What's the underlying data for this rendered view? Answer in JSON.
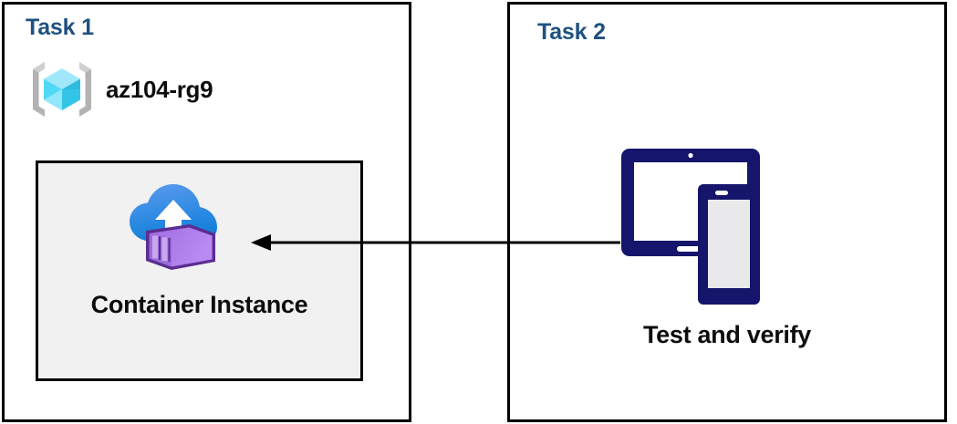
{
  "diagram": {
    "title_color": "#1F5180",
    "panels": [
      {
        "id": "task1",
        "title": "Task 1",
        "resource_group": {
          "icon": "azure-resource-group-icon",
          "label": "az104-rg9"
        },
        "resource": {
          "icon": "azure-container-instance-icon",
          "label": "Container Instance",
          "box_fill": "#f1f1f1"
        }
      },
      {
        "id": "task2",
        "title": "Task 2",
        "resource": {
          "icon": "devices-tablet-phone-icon",
          "label": "Test and verify",
          "icon_color": "#1a1a6e"
        }
      }
    ],
    "connector": {
      "name": "flow-arrow",
      "direction": "right-to-left",
      "from": "Test and verify",
      "to": "Container Instance",
      "color": "#000000"
    }
  }
}
